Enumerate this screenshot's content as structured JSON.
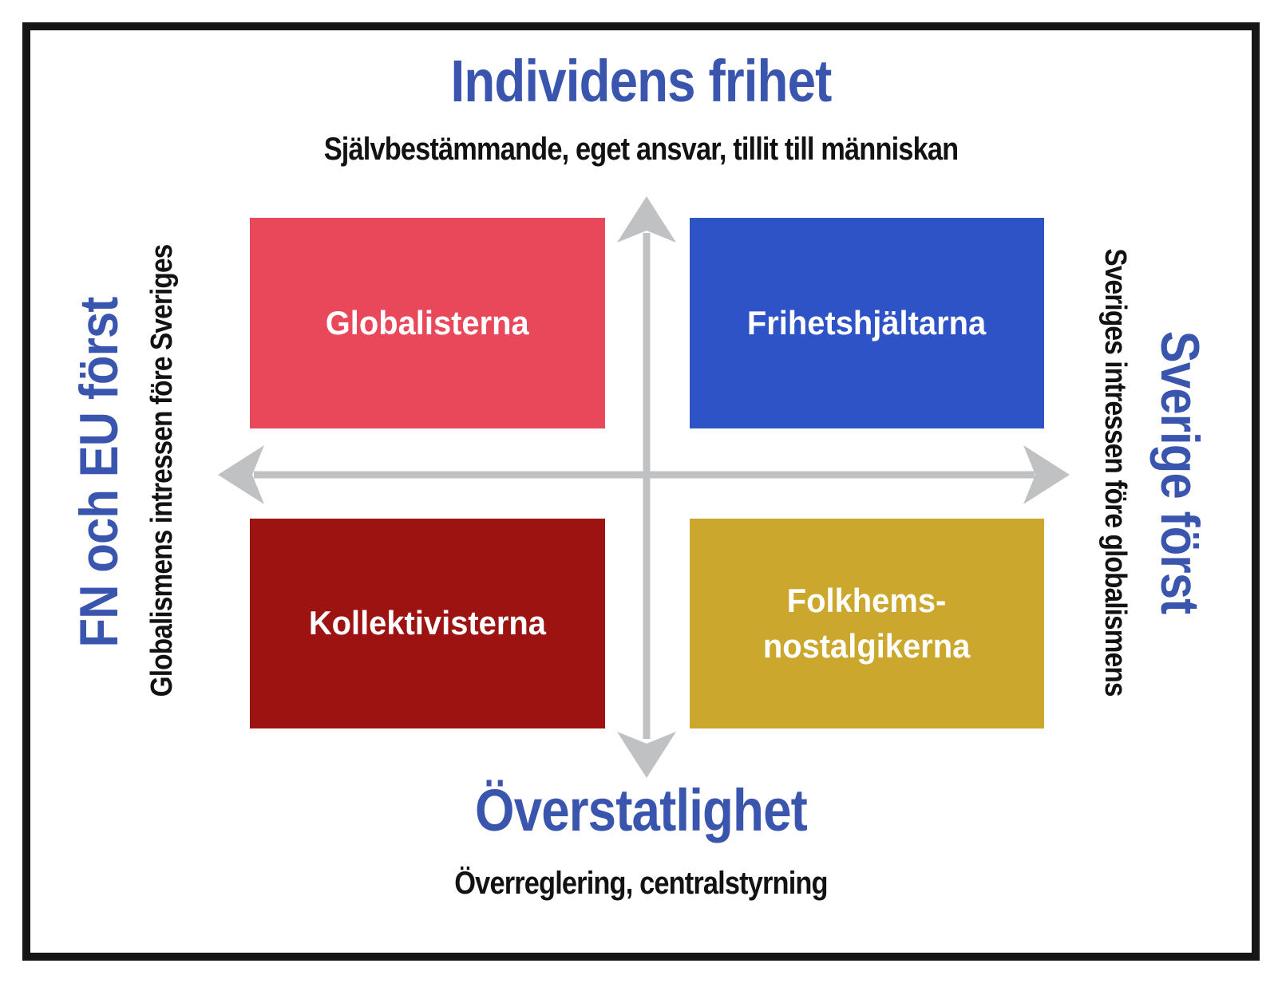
{
  "diagram": {
    "type": "2x2-quadrant-matrix",
    "axes": {
      "top": {
        "title": "Individens frihet",
        "subtitle": "Självbestämmande, eget ansvar, tillit till människan"
      },
      "bottom": {
        "title": "Överstatlighet",
        "subtitle": "Överreglering, centralstyrning"
      },
      "left": {
        "title": "FN och EU först",
        "subtitle": "Globalismens intressen före Sveriges"
      },
      "right": {
        "title": "Sverige först",
        "subtitle": "Sveriges intressen före globalismens"
      }
    },
    "quadrants": [
      {
        "position": "top-left",
        "label": "Globalisterna",
        "color": "#e8485a"
      },
      {
        "position": "top-right",
        "label": "Frihetshjältarna",
        "color": "#2d53c7"
      },
      {
        "position": "bottom-left",
        "label": "Kollektivisterna",
        "color": "#9d1312"
      },
      {
        "position": "bottom-right",
        "label": "Folkhems-\nnostalgikerna",
        "color": "#cba82d"
      }
    ],
    "colors": {
      "title_blue": "#3a55ae",
      "subtitle_black": "#121212",
      "axis_gray": "#c0c1c2",
      "border_black": "#161616",
      "quadrant_text": "#ffffff",
      "background": "#ffffff"
    }
  }
}
